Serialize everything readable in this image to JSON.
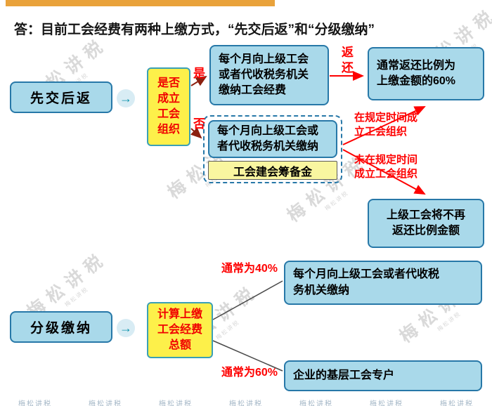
{
  "header": {
    "text": "答：目前工会经费有两种上缴方式，“先交后返”和“分级缴纳”"
  },
  "icons": {
    "flow_arrow": "→"
  },
  "watermark": {
    "text": "梅松讲税"
  },
  "flow1": {
    "start_label": "先交后返",
    "decision_label": "是否\n成立\n工会\n组织",
    "yes_label": "是",
    "no_label": "否",
    "pay_with_fee": "每个月向上级工会\n或者代收税务机关\n缴纳工会经费",
    "return_label": "返\n还",
    "return_ratio": "通常返还比例为\n上缴金额的60%",
    "pay_no_union": "每个月向上级工会或\n者代收税务机关缴纳",
    "prep_fund": "工会建会筹备金",
    "formed_in_time": "在规定时间成\n立工会组织",
    "not_formed_in_time": "未在规定时间\n成立工会组织",
    "no_return": "上级工会将不再\n返还比例金额"
  },
  "flow2": {
    "start_label": "分级缴纳",
    "calc_label": "计算上缴\n工会经费\n总额",
    "percent_upper": "通常为40%",
    "percent_lower": "通常为60%",
    "pay_upper": "每个月向上级工会或者代收税\n务机关缴纳",
    "grassroots_account": "企业的基层工会专户"
  }
}
